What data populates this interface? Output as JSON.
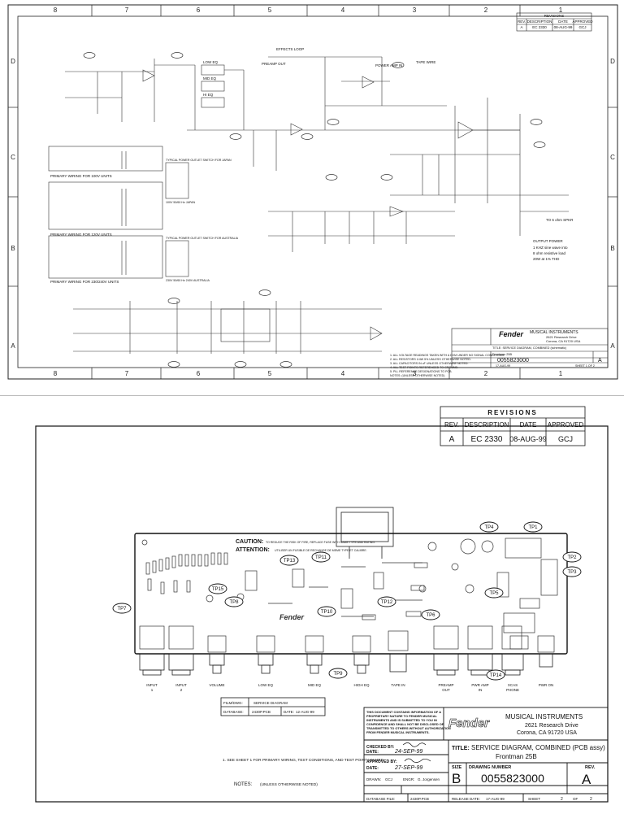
{
  "sheet1": {
    "zone_numbers": [
      "8",
      "7",
      "6",
      "5",
      "4",
      "3",
      "2",
      "1"
    ],
    "zone_letters": [
      "D",
      "C",
      "B",
      "A"
    ],
    "revisions": {
      "title": "REVISIONS",
      "headers": [
        "REV.",
        "DESCRIPTION",
        "DATE",
        "APPROVED"
      ],
      "row": [
        "A",
        "EC 2330",
        "08-AUG-99",
        "GCJ"
      ]
    },
    "labels": {
      "effects_loop": "EFFECTS LOOP",
      "low_eq": "LOW EQ",
      "mid_eq": "MID EQ",
      "hi_eq": "HI EQ",
      "preamp_out": "PREAMP OUT",
      "power_amp_in": "POWER AMP IN",
      "tape_wire": "TAPE WIRE",
      "speaker": "TO 6 ohm SPKR",
      "output_power": "OUTPUT POWER",
      "output_notes": [
        "1 KHZ sine wave into",
        "8 ohm resistive load",
        "20W at 1% THD"
      ],
      "primary_100": "PRIMARY WIRING FOR 100V UNITS",
      "primary_120": "PRIMARY WIRING FOR 120V UNITS",
      "primary_230": "PRIMARY WIRING FOR 230/240V UNITS",
      "outlet_japan": "TYPICAL POWER OUTLET SWITCH FOR JAPAN",
      "outlet_aus": "TYPICAL POWER OUTLET SWITCH FOR AUSTRALIA",
      "voltage_100": "100V 50/60 Hz JAPAN",
      "voltage_aus": "230V 50/60 Hz 240V AUSTRALIA"
    },
    "notes": [
      "1. ALL VOLTAGE READINGS TAKEN WITH A DVM UNDER NO SIGNAL CONDITIONS.",
      "2. ALL RESISTORS 1/4W 5% UNLESS OTHERWISE NOTED.",
      "3. ALL CAPACITORS IN uF UNLESS OTHERWISE NOTED.",
      "4. ALL TEST POINTS REFERENCED TO GROUND.",
      "5. PLL REFERENCE DESIGNATIONS TO PCB.",
      "NOTES: (UNLESS OTHERWISE NOTED)"
    ],
    "title_block": {
      "company": "MUSICAL INSTRUMENTS",
      "address1": "2621 Research Drive",
      "address2": "Corona, CA 91720 USA",
      "title": "TITLE: SERVICE DIAGRAM, COMBINED (schematic)",
      "model": "Frontman 25B",
      "drawing_number": "0055823000",
      "rev": "A",
      "sheet": "SHEET 1 OF 2",
      "release_date": "17-AUG-99"
    }
  },
  "sheet2": {
    "revisions": {
      "title": "REVISIONS",
      "headers": [
        "REV.",
        "DESCRIPTION",
        "DATE",
        "APPROVED"
      ],
      "row": [
        "A",
        "EC 2330",
        "08-AUG-99",
        "GCJ"
      ]
    },
    "caution": {
      "caution_label": "CAUTION:",
      "caution_text": "TO REDUCE THE RISK OF FIRE, REPLACE FUSE WITH SAME TYPE AND RATING.",
      "attention_label": "ATTENTION:",
      "attention_text": "UTILISER UN FUSIBLE DE RECHANGE DE MEME TYPE ET CALIBRE."
    },
    "test_points": [
      "TP1",
      "TP2",
      "TP3",
      "TP4",
      "TP5",
      "TP6",
      "TP7",
      "TP8",
      "TP9",
      "TP10",
      "TP11",
      "TP12",
      "TP13",
      "TP14",
      "TP15"
    ],
    "connectors": [
      {
        "line1": "INPUT",
        "line2": "1"
      },
      {
        "line1": "INPUT",
        "line2": "2"
      },
      {
        "line1": "VOLUME",
        "line2": ""
      },
      {
        "line1": "LOW EQ",
        "line2": ""
      },
      {
        "line1": "MID EQ",
        "line2": ""
      },
      {
        "line1": "HIGH EQ",
        "line2": ""
      },
      {
        "line1": "TAPE IN",
        "line2": ""
      },
      {
        "line1": "PREAMP",
        "line2": "OUT"
      },
      {
        "line1": "PWR AMP",
        "line2": "IN"
      },
      {
        "line1": "XCAS",
        "line2": "PHONE"
      },
      {
        "line1": "PWR ON",
        "line2": ""
      }
    ],
    "film": {
      "film_label": "FILM/DWG:",
      "film_value": "SERVICE DIAGRAM",
      "db_label": "DATABASE:",
      "db_value": "2430P.PCB",
      "date_label": "DATE:",
      "date_value": "12-AUG-99"
    },
    "confidential": "THIS DOCUMENT CONTAINS INFORMATION OF A PROPRIETARY NATURE TO FENDER MUSICAL INSTRUMENTS AND IS SUBMITTED TO YOU IN CONFIDENCE AND SHALL NOT BE DISCLOSED OR TRANSMITTED TO OTHERS WITHOUT AUTHORIZATION FROM FENDER MUSICAL INSTRUMENTS.",
    "company": "MUSICAL INSTRUMENTS",
    "address1": "2621 Research Drive",
    "address2": "Corona, CA 91720 USA",
    "title_label": "TITLE:",
    "title": "SERVICE DIAGRAM, COMBINED (PCB assy)",
    "model": "Frontman 25B",
    "checked_by_label": "CHECKED BY:",
    "date_label": "DATE:",
    "checked_date": "24-SEP-99",
    "approved_by_label": "APPROVED BY:",
    "approved_date": "27-SEP-99",
    "drawn_label": "DRAWN:",
    "drawn": "GCJ",
    "engr_label": "ENGR:",
    "engr": "G. Jorgensen",
    "size_label": "SIZE",
    "size": "B",
    "drawing_number_label": "DRAWING NUMBER",
    "drawing_number": "0055823000",
    "rev_label": "REV.",
    "rev": "A",
    "database_file_label": "DATABASE FILE:",
    "database_file": "2430P.PCB",
    "release_date_label": "RELEASE DATE:",
    "release_date": "17-AUG-99",
    "sheet_label": "SHEET",
    "sheet_num": "2",
    "of_label": "OF",
    "sheet_total": "2",
    "note1": "1. SEE SHEET 1 FOR PRIMARY WIRING, TEST CONDITIONS, AND TEST POINT VALUES",
    "notes_label": "NOTES:",
    "notes_suffix": "(UNLESS OTHERWISE NOTED)",
    "logo": "Fender"
  }
}
